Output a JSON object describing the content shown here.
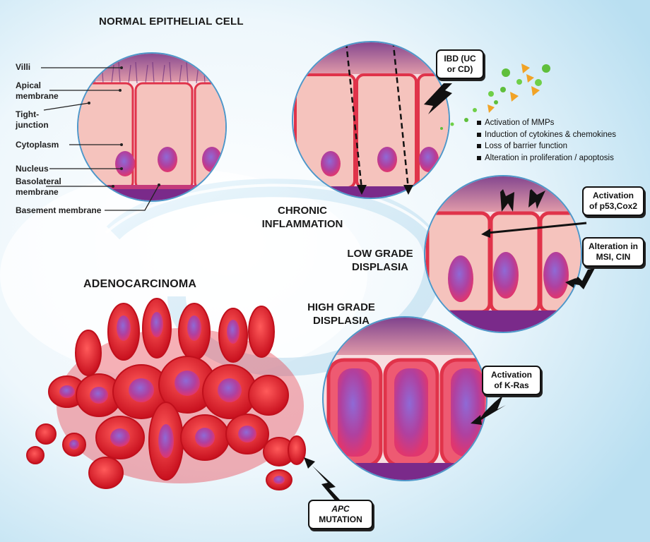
{
  "title": "NORMAL EPITHELIAL CELL",
  "cell_labels": {
    "villi": "Villi",
    "apical_membrane": "Apical membrane",
    "tight_junction": "Tight-junction",
    "cytoplasm": "Cytoplasm",
    "nucleus": "Nucleus",
    "basolateral_membrane": "Basolateral membrane",
    "basement_membrane": "Basement membrane"
  },
  "stages": {
    "chronic_inflammation": "CHRONIC INFLAMMATION",
    "low_grade": "LOW GRADE DISPLASIA",
    "high_grade": "HIGH GRADE DISPLASIA",
    "adenocarcinoma": "ADENOCARCINOMA"
  },
  "callouts": {
    "ibd": "IBD (UC or CD)",
    "p53": "Activation of p53,Cox2",
    "msi": "Alteration in MSI, CIN",
    "kras": "Activation of K-Ras",
    "apc_gene": "APC",
    "apc_mutation": "MUTATION"
  },
  "effects": [
    "Activation of MMPs",
    "Induction of cytokines & chemokines",
    "Loss of barrier function",
    "Alteration in proliferation / apoptosis"
  ],
  "colors": {
    "cytoplasm": "#f6c9c2",
    "cell_border": "#e0334a",
    "nucleus": "#b54fa8",
    "tumor": "#e8202e",
    "basement": "#7a2a8a",
    "ring": "#9ecde6"
  }
}
